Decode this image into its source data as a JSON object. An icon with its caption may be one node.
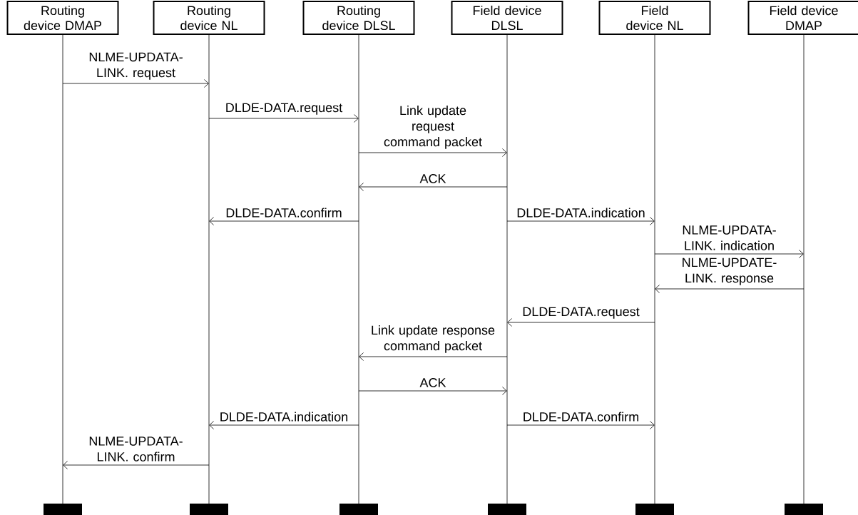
{
  "diagram": {
    "nodes": [
      {
        "text": [
          "Routing device DMAP"
        ]
      },
      {
        "text": [
          "Routing device NL"
        ]
      },
      {
        "text": [
          "Routing device DLSL"
        ]
      },
      {
        "text": [
          "Field device DLSL"
        ]
      },
      {
        "text": [
          "Field device NL"
        ]
      },
      {
        "text": [
          "Field device DMAP"
        ]
      }
    ],
    "edges": [
      {
        "from": 0,
        "to": 1,
        "arrow": "to",
        "label": "NLME-UPDATA-LINK. request"
      },
      {
        "from": 1,
        "to": 2,
        "arrow": "to",
        "label": "DLDE-DATA.request"
      },
      {
        "from": 2,
        "to": 3,
        "arrow": "to",
        "label": "Link update request command packet"
      },
      {
        "from": 3,
        "to": 2,
        "arrow": "to",
        "label": "ACK"
      },
      {
        "from": 2,
        "to": 1,
        "arrow": "to",
        "label": "DLDE-DATA.confirm"
      },
      {
        "from": 3,
        "to": 4,
        "arrow": "to",
        "label": "DLDE-DATA.indication"
      },
      {
        "from": 4,
        "to": 5,
        "arrow": "to",
        "label": "NLME-UPDATA-LINK. indication"
      },
      {
        "from": 5,
        "to": 4,
        "arrow": "to",
        "label": "NLME-UPDATE-LINK. response"
      },
      {
        "from": 4,
        "to": 3,
        "arrow": "to",
        "label": "DLDE-DATA.request"
      },
      {
        "from": 3,
        "to": 2,
        "arrow": "to",
        "label": "Link update response command packet"
      },
      {
        "from": 2,
        "to": 3,
        "arrow": "to",
        "label": "ACK"
      },
      {
        "from": 2,
        "to": 1,
        "arrow": "to",
        "label": "DLDE-DATA.indication"
      },
      {
        "from": 3,
        "to": 4,
        "arrow": "to",
        "label": "DLDE-DATA.confirm"
      },
      {
        "from": 1,
        "to": 0,
        "arrow": "to",
        "label": "NLME-UPDATA-LINK. confirm"
      }
    ]
  }
}
